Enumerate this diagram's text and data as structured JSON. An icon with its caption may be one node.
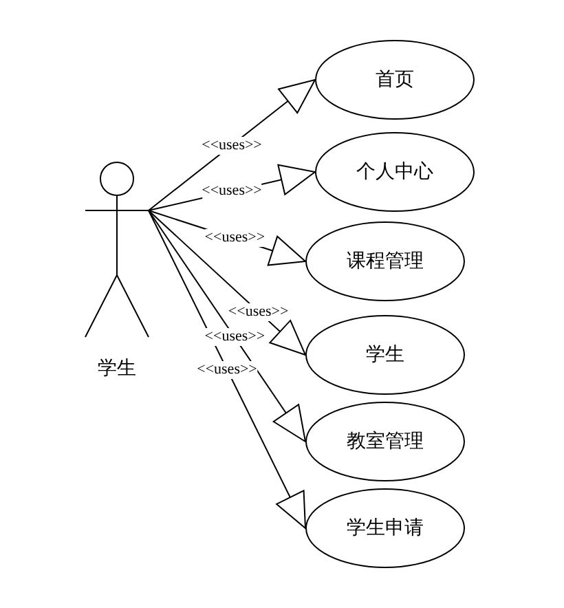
{
  "diagram": {
    "nodes": [
      {
        "text": [
          "学生"
        ]
      },
      {
        "text": [
          "首页"
        ]
      },
      {
        "text": [
          "个人中心"
        ]
      },
      {
        "text": [
          "课程管理"
        ]
      },
      {
        "text": [
          "学生"
        ]
      },
      {
        "text": [
          "教室管理"
        ]
      },
      {
        "text": [
          "学生申请"
        ]
      }
    ],
    "edges": [
      {
        "from": 0,
        "to": 1,
        "arrow": "to",
        "label": "<<uses>>"
      },
      {
        "from": 0,
        "to": 2,
        "arrow": "to",
        "label": "<<uses>>"
      },
      {
        "from": 0,
        "to": 3,
        "arrow": "to",
        "label": "<<uses>>"
      },
      {
        "from": 0,
        "to": 4,
        "arrow": "to",
        "label": "<<uses>>"
      },
      {
        "from": 0,
        "to": 5,
        "arrow": "to",
        "label": "<<uses>>"
      },
      {
        "from": 0,
        "to": 6,
        "arrow": "to",
        "label": "<<uses>>"
      }
    ]
  }
}
